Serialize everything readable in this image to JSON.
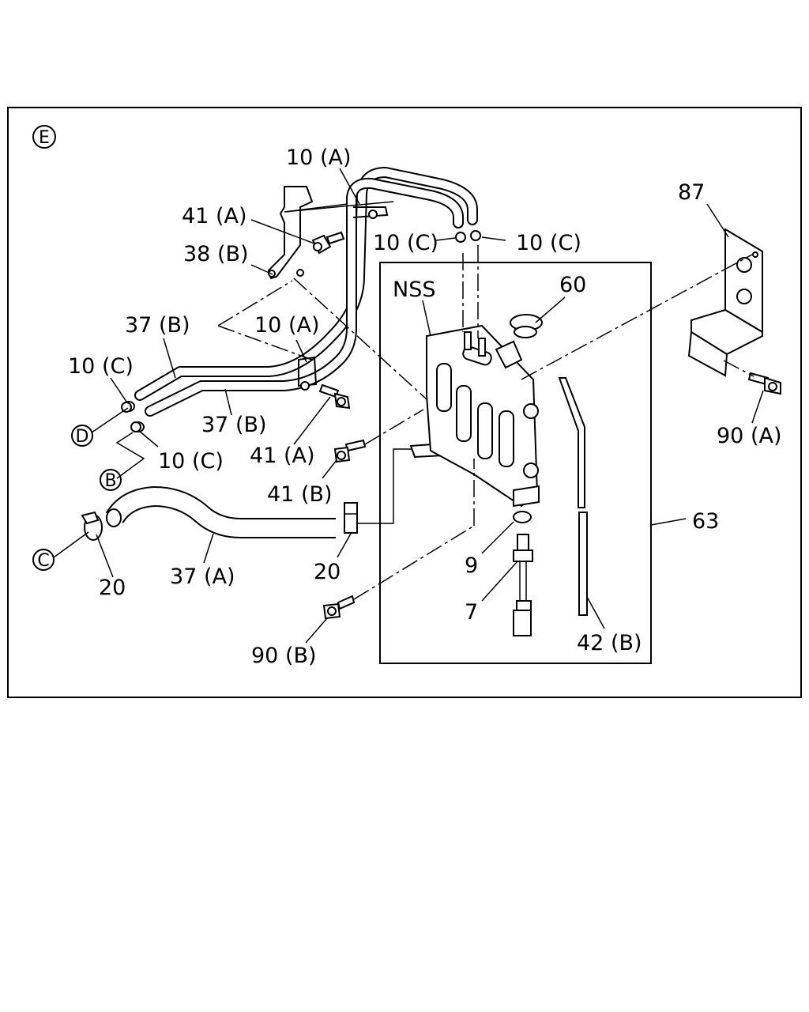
{
  "section_marker": "E",
  "labels": {
    "p10A_top": "10 (A)",
    "p41A_top": "41 (A)",
    "p38B": "38 (B)",
    "p10C_left": "10 (C)",
    "p10C_right": "10 (C)",
    "p87": "87",
    "nss": "NSS",
    "p60": "60",
    "p37B_top": "37 (B)",
    "p10A_mid": "10 (A)",
    "p10C_far_left": "10 (C)",
    "p37B_mid": "37 (B)",
    "p41A_mid": "41 (A)",
    "p10C_lower": "10 (C)",
    "p41B": "41 (B)",
    "p90A": "90 (A)",
    "p63": "63",
    "p20_left": "20",
    "p37A": "37 (A)",
    "p20_mid": "20",
    "p9": "9",
    "p7": "7",
    "p90B": "90 (B)",
    "p42B": "42 (B)"
  },
  "connectors": {
    "D": "D",
    "B": "B",
    "C": "C"
  }
}
